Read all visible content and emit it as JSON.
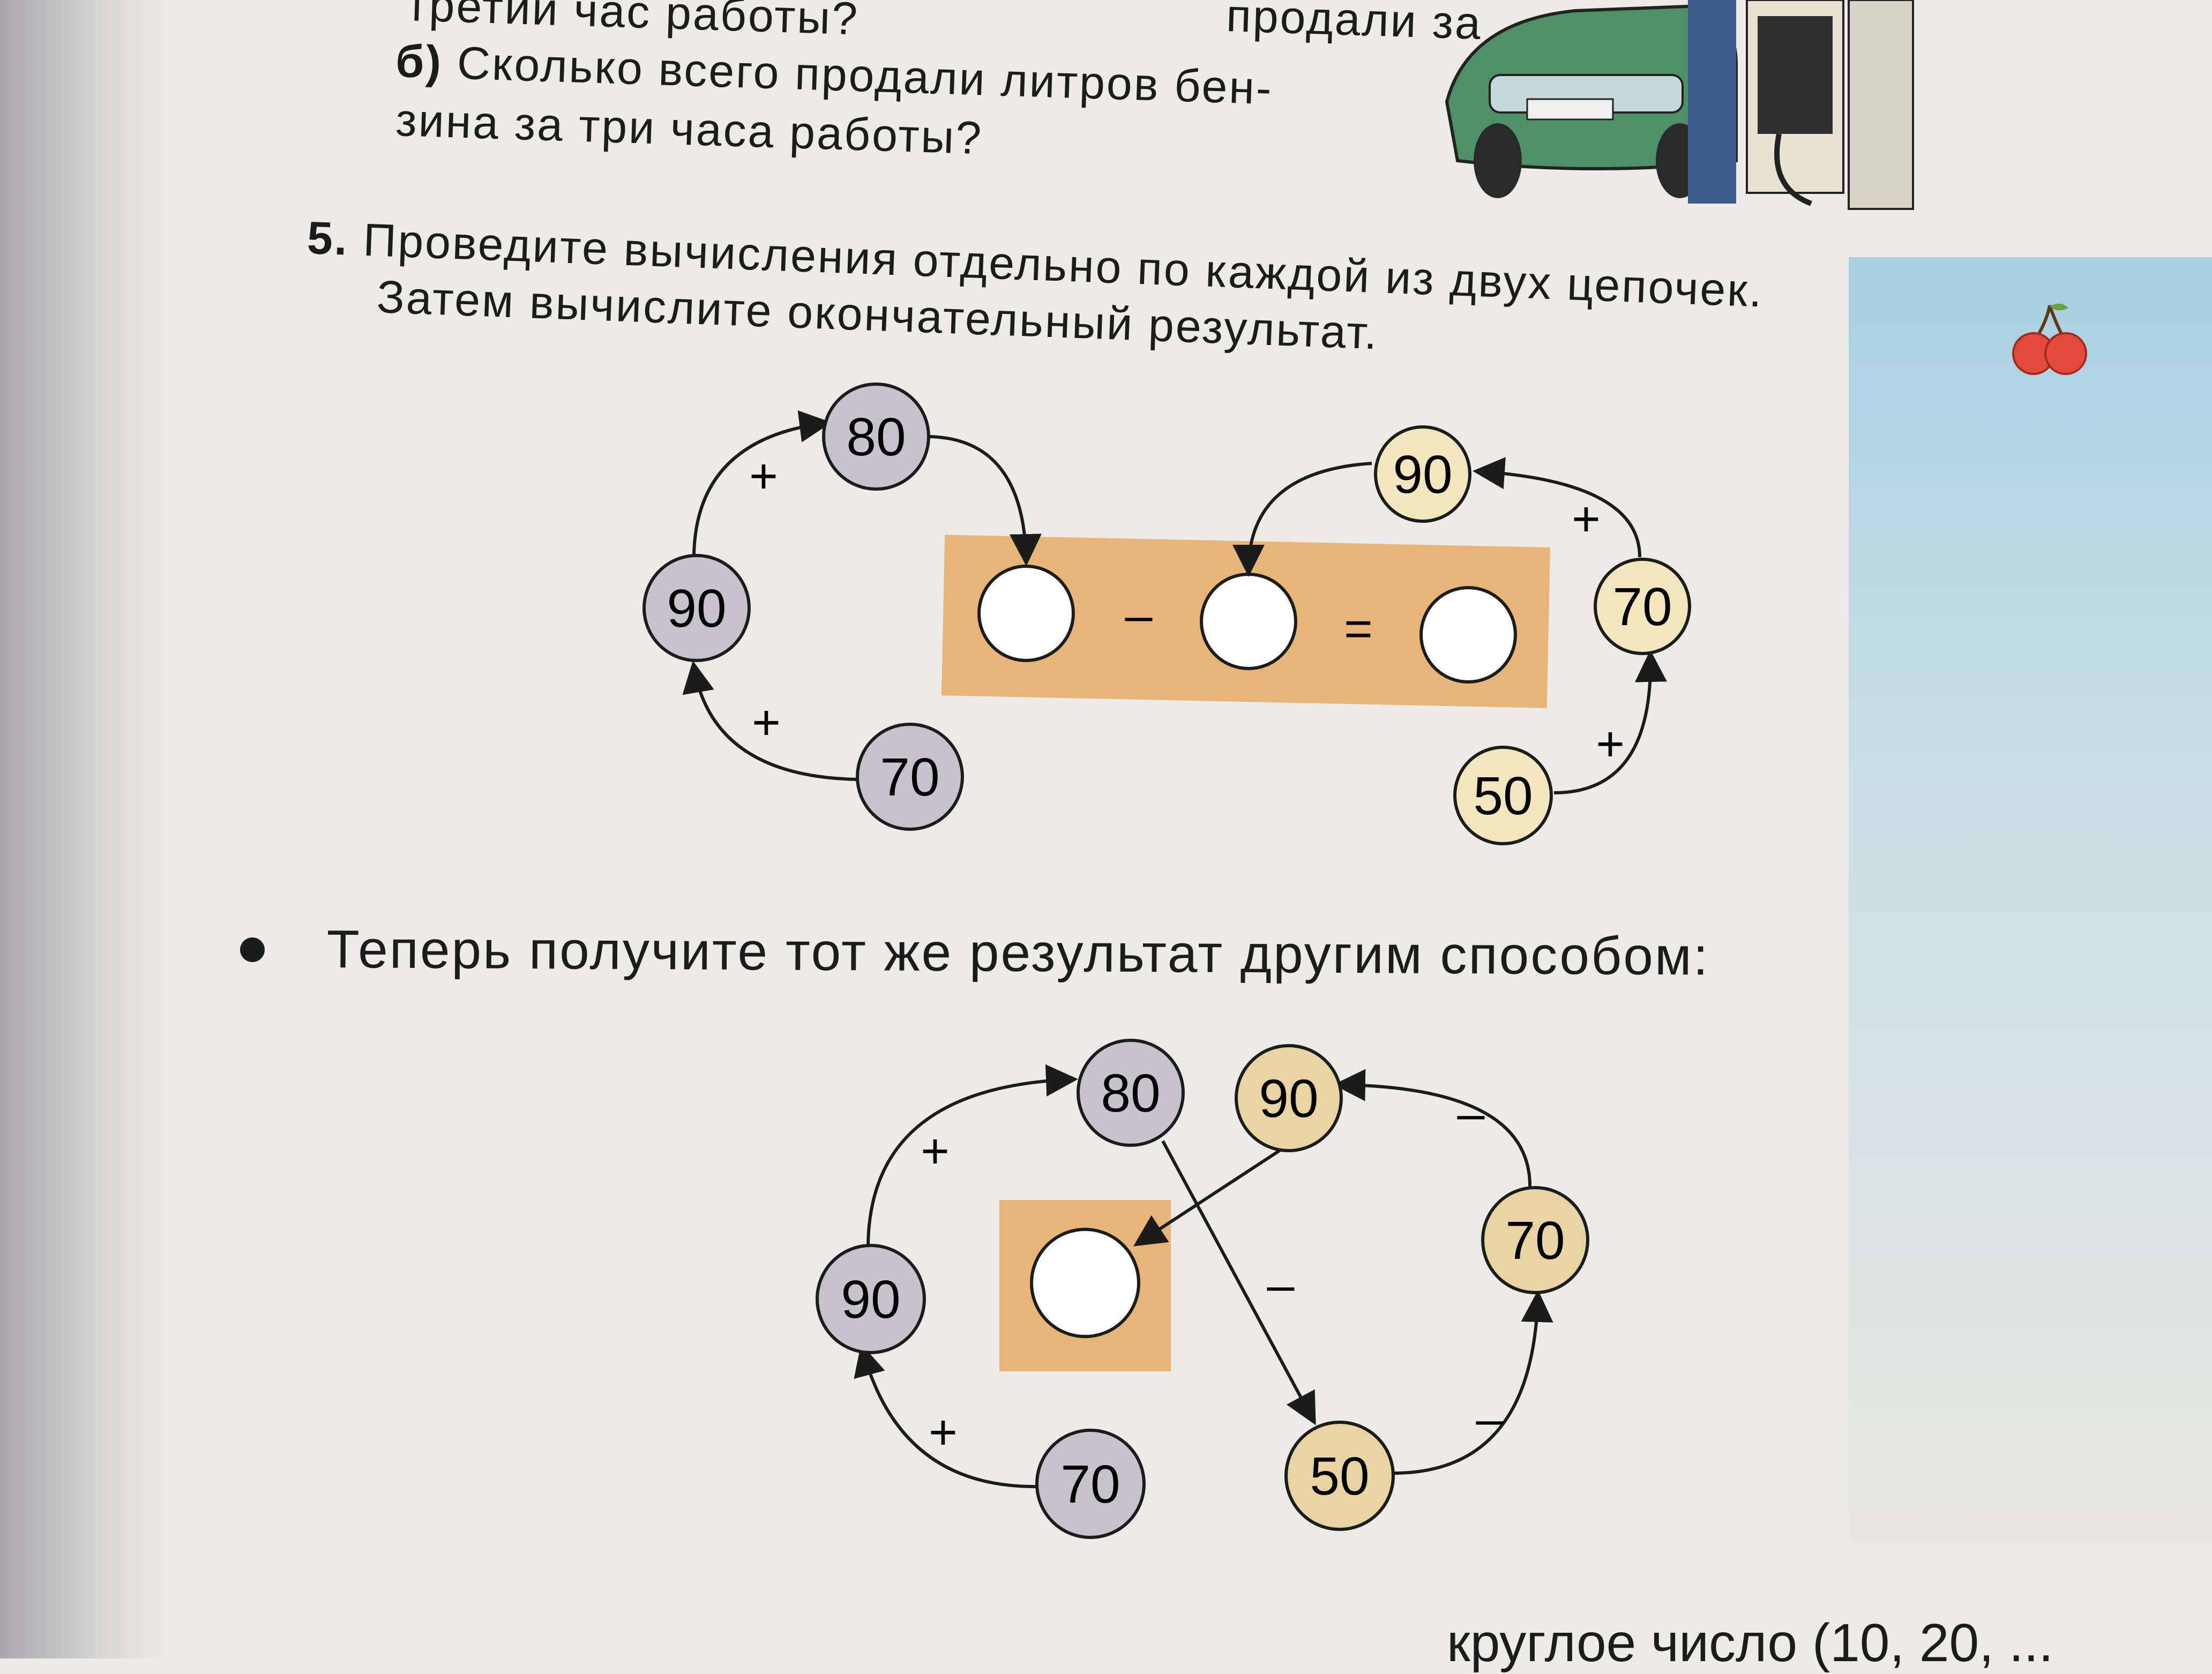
{
  "top_text": {
    "line0": "третий час работы?",
    "line0_right": "продали за",
    "b_label": "б)",
    "b_line1": "Сколько всего продали литров бен-",
    "b_line2": "зина за три часа работы?"
  },
  "task5": {
    "number": "5.",
    "line1": "Проведите вычисления отдельно по каждой из двух цепочек.",
    "line2": "Затем вычислите окончательный результат."
  },
  "diagram1": {
    "left_chain": [
      "70",
      "90",
      "80"
    ],
    "left_ops": [
      "+",
      "+"
    ],
    "right_chain": [
      "50",
      "70",
      "90"
    ],
    "right_ops": [
      "+",
      "+"
    ],
    "minus": "–",
    "equals": "="
  },
  "bullet_text": "Теперь получите тот же результат другим способом:",
  "diagram2": {
    "left_chain": [
      "70",
      "90",
      "80"
    ],
    "left_ops": [
      "+",
      "+"
    ],
    "right_chain": [
      "50",
      "70",
      "90"
    ],
    "right_ops": [
      "–",
      "–"
    ],
    "cross_op": "–"
  },
  "footer": "круглое число (10, 20, ...",
  "colors": {
    "grey_circle": "#c6c3cc",
    "yellow_circle": "#f3e6bf",
    "orange_box": "#e6b577"
  }
}
